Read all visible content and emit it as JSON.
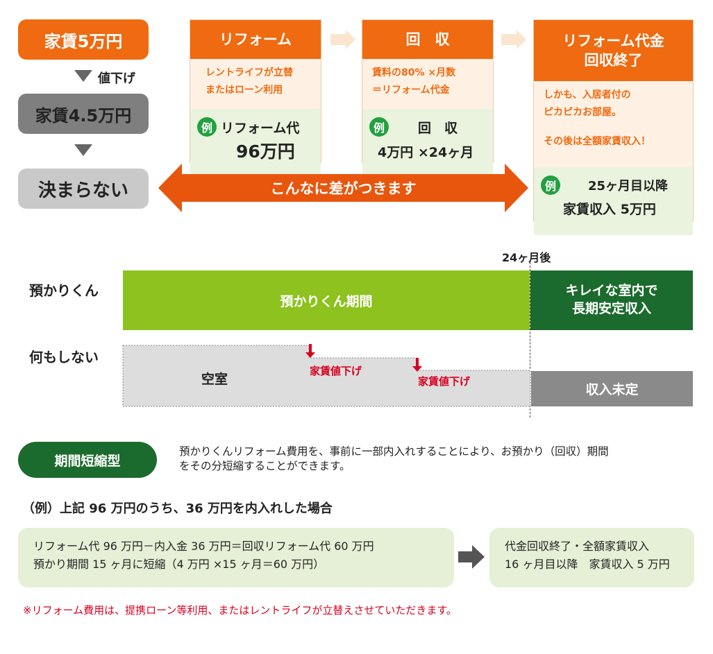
{
  "left": {
    "rent5": "家賃5万円",
    "down_label": "値下げ",
    "rent45": "家賃4.5万円",
    "undecided": "決まらない"
  },
  "reform_box": {
    "title": "リフォーム",
    "note_l1": "レントライフが立替",
    "note_l2": "またはローン利用",
    "rei": "例",
    "ex_l1": "リフォーム代",
    "ex_l2": "96万円"
  },
  "collect_box": {
    "title": "回　収",
    "note_l1": "賃料の80%  ×月数",
    "note_l2": "＝リフォーム代金",
    "rei": "例",
    "ex_l1": "回　収",
    "ex_l2": "4万円 ×24ヶ月"
  },
  "done_box": {
    "title_l1": "リフォーム代金",
    "title_l2": "回収終了",
    "note_l1": "しかも、入居者付の",
    "note_l2": "ピカピカお部屋。",
    "note_l3": "その後は全額家賃収入！",
    "rei": "例",
    "ex_l1": "25ヶ月目以降",
    "ex_l2": "家賃収入 5万円"
  },
  "big_arrow_label": "こんなに差がつきます",
  "timeline": {
    "marker_label": "24ヶ月後",
    "row1_label": "預かりくん",
    "row1_bar": "預かりくん期間",
    "row1_after_l1": "キレイな室内で",
    "row1_after_l2": "長期安定収入",
    "row2_label": "何もしない",
    "row2_bar": "空室",
    "drop1": "家賃値下げ",
    "drop2": "家賃値下げ",
    "row2_after": "収入未定"
  },
  "shorten": {
    "pill": "期間短縮型",
    "desc_l1": "預かりくんリフォーム費用を、事前に一部内入れすることにより、お預かり（回収）期間",
    "desc_l2": "をその分短縮することができます。",
    "example_title": "（例）上記 96 万円のうち、36 万円を内入れした場合",
    "calc_l1": "リフォーム代 96 万円－内入金 36 万円＝回収リフォーム代 60 万円",
    "calc_l2": "預かり期間 15 ヶ月に短縮（4 万円 ×15 ヶ月＝60 万円）",
    "result_l1": "代金回収終了・全額家賃収入",
    "result_l2": "16 ヶ月目以降　家賃収入 5 万円"
  },
  "footnote": "※リフォーム費用は、提携ローン等利用、またはレントライフが立替えさせていただきます。",
  "colors": {
    "orange": "#ef6a10",
    "green_light": "#8dc21f",
    "green_dark": "#1c6b2e",
    "red": "#d7001f",
    "grey": "#8a8a8a"
  }
}
